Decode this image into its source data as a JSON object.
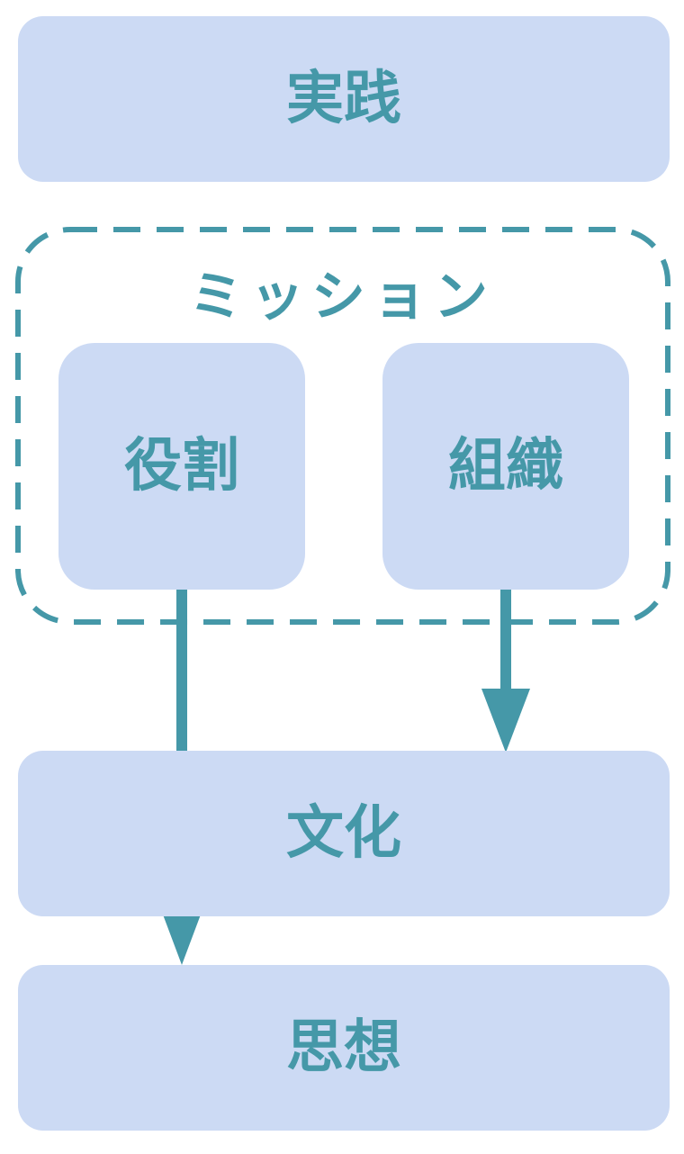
{
  "diagram": {
    "practice": "実践",
    "mission": {
      "label": "ミッション",
      "role": "役割",
      "organization": "組織"
    },
    "culture": "文化",
    "thought": "思想"
  },
  "colors": {
    "box_fill": "#ccdaf4",
    "accent": "#4598a8",
    "background": "#ffffff"
  },
  "connections": [
    {
      "from": "役割",
      "to": "思想"
    },
    {
      "from": "組織",
      "to": "文化"
    }
  ]
}
